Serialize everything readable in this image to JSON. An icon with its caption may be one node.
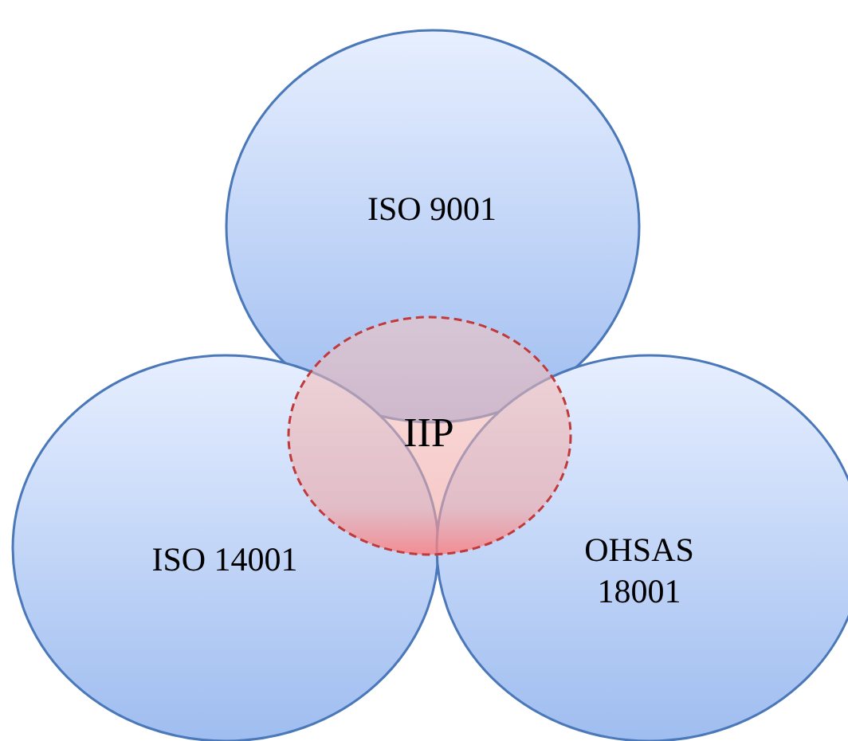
{
  "diagram": {
    "nodes": [
      {
        "text": [
          "ISO 9001"
        ]
      },
      {
        "text": [
          "ISO 14001"
        ]
      },
      {
        "text": [
          "OHSAS 18001"
        ]
      },
      {
        "text": [
          "IIP"
        ]
      }
    ]
  }
}
